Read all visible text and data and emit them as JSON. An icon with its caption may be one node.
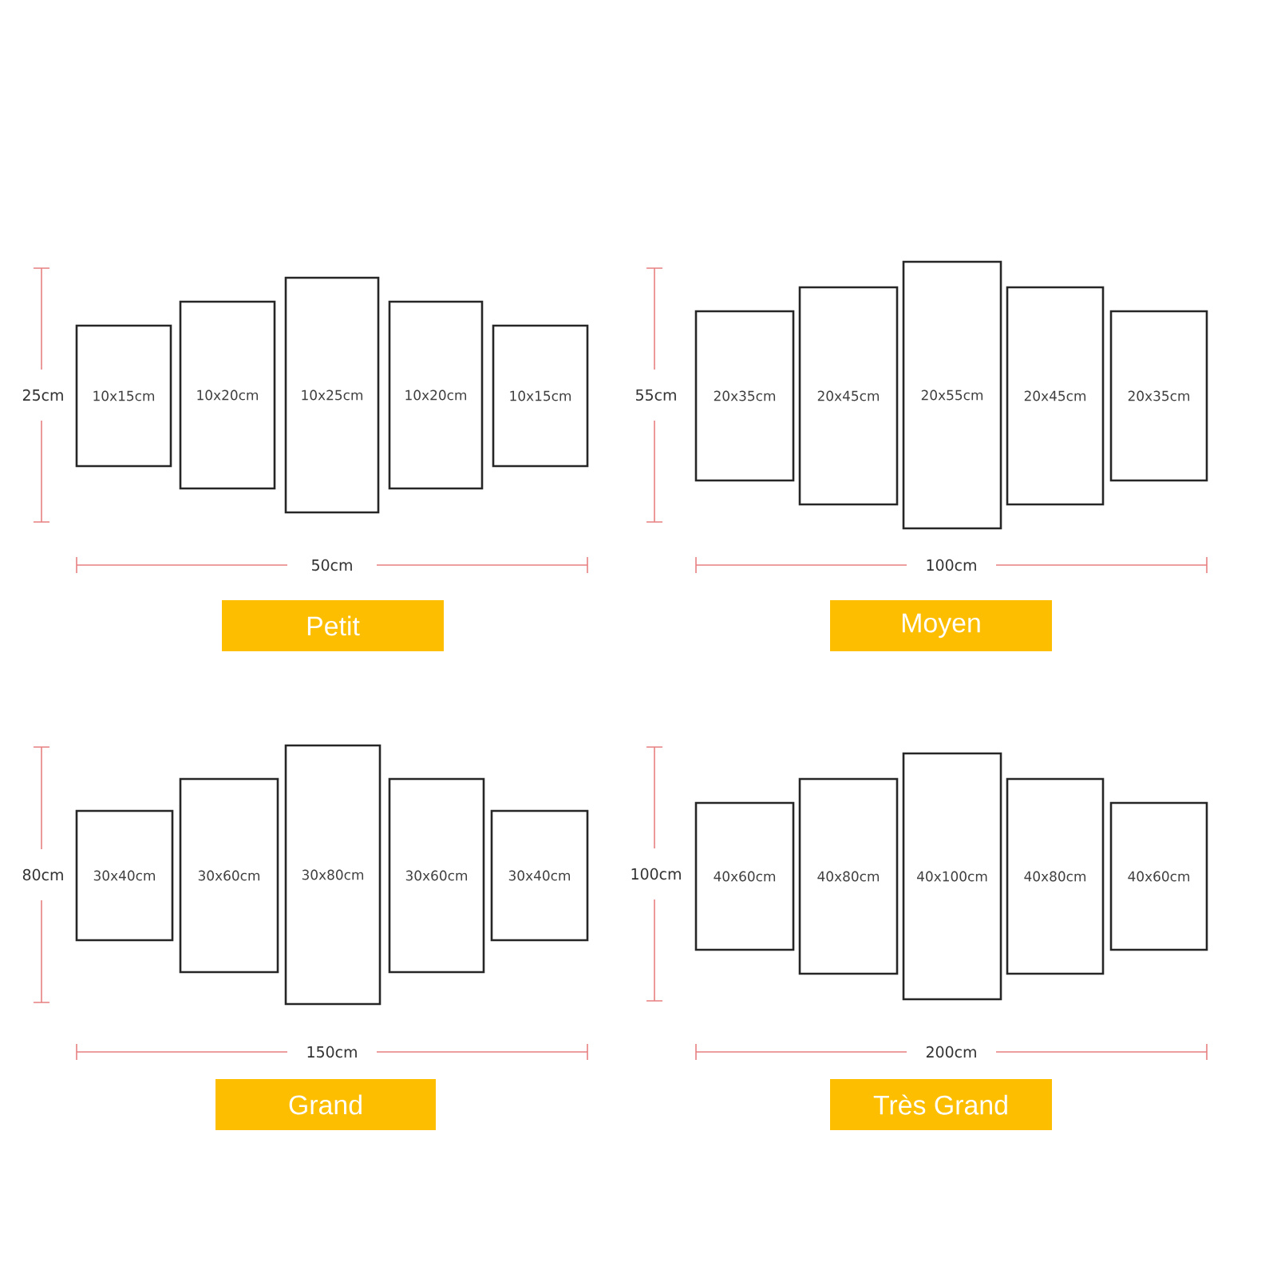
{
  "diagram": {
    "nodes": [
      {
        "text": [
          "10x15cm"
        ]
      },
      {
        "text": [
          "10x20cm"
        ]
      },
      {
        "text": [
          "10x25cm"
        ]
      },
      {
        "text": [
          "10x20cm"
        ]
      },
      {
        "text": [
          "10x15cm"
        ]
      },
      {
        "text": [
          "Petit"
        ]
      },
      {
        "text": [
          "20x35cm"
        ]
      },
      {
        "text": [
          "20x45cm"
        ]
      },
      {
        "text": [
          "20x55cm"
        ]
      },
      {
        "text": [
          "20x45cm"
        ]
      },
      {
        "text": [
          "20x35cm"
        ]
      },
      {
        "text": [
          "Moyen"
        ]
      },
      {
        "text": [
          "30x40cm"
        ]
      },
      {
        "text": [
          "30x60cm"
        ]
      },
      {
        "text": [
          "30x80cm"
        ]
      },
      {
        "text": [
          "30x60cm"
        ]
      },
      {
        "text": [
          "30x40cm"
        ]
      },
      {
        "text": [
          "Grand"
        ]
      },
      {
        "text": [
          "40x60cm"
        ]
      },
      {
        "text": [
          "40x80cm"
        ]
      },
      {
        "text": [
          "40x100cm"
        ]
      },
      {
        "text": [
          "40x80cm"
        ]
      },
      {
        "text": [
          "40x60cm"
        ]
      },
      {
        "text": [
          "Très Grand"
        ]
      }
    ],
    "edges": [],
    "labels": [
      "25cm",
      "50cm",
      "55cm",
      "100cm",
      "80cm",
      "150cm",
      "100cm",
      "200cm"
    ]
  }
}
